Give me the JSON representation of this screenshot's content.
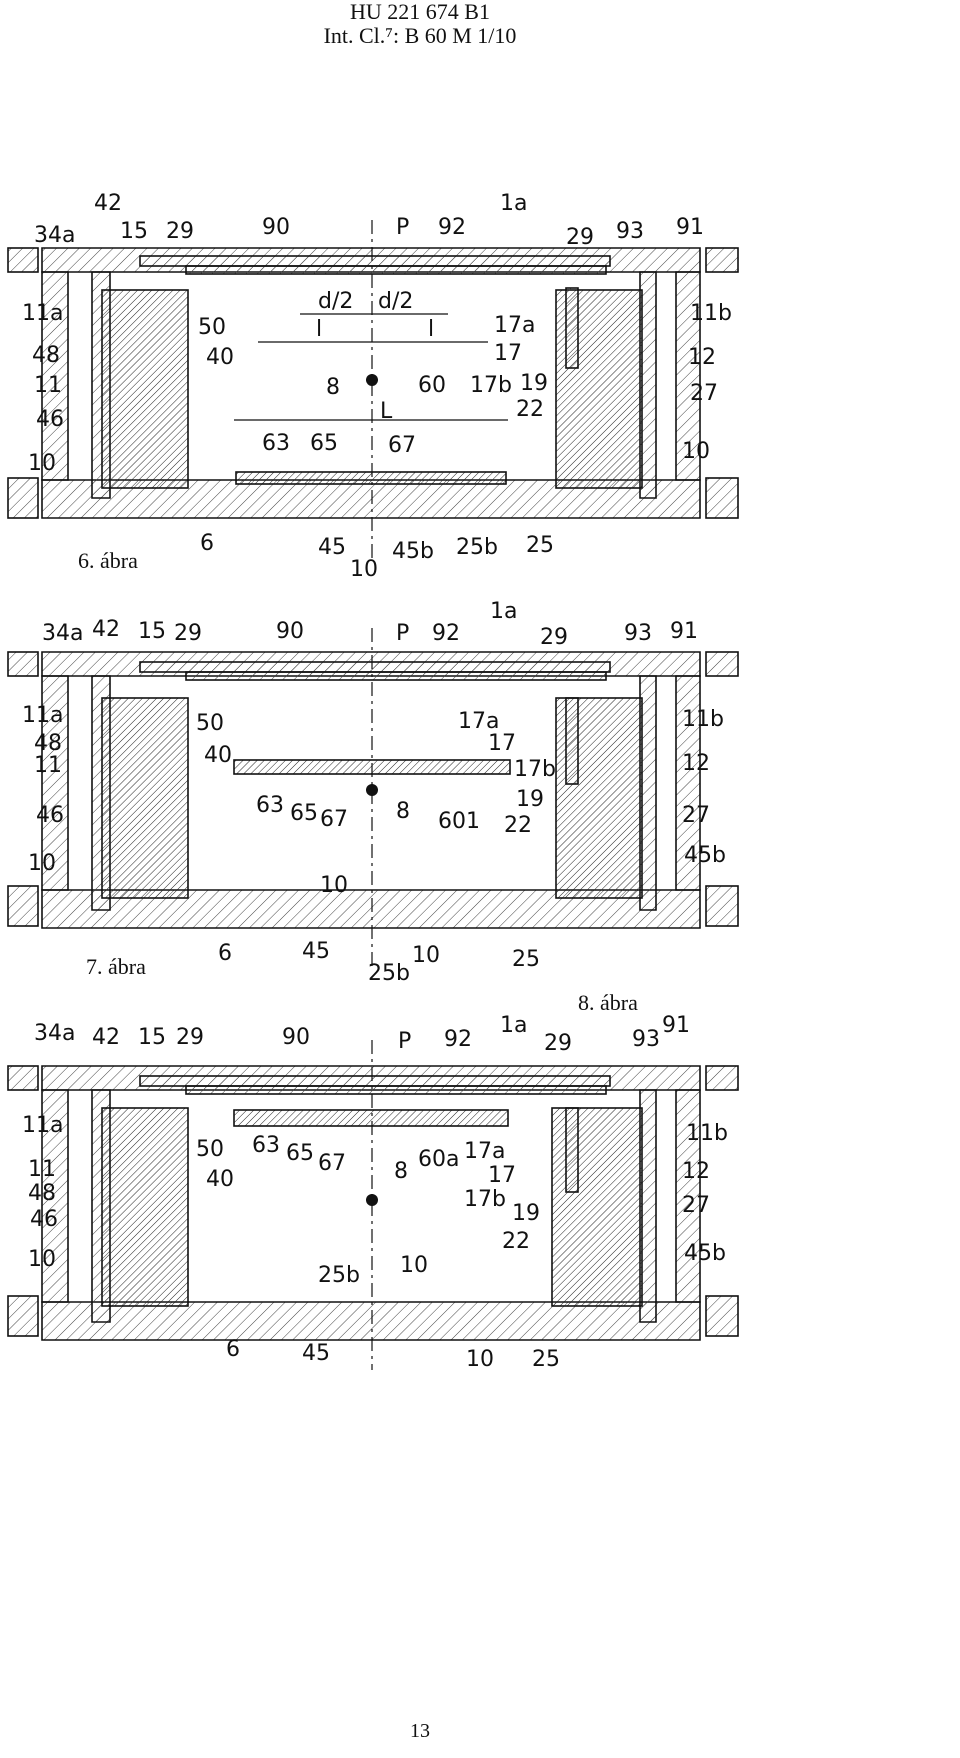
{
  "header": {
    "line1": "HU 221 674 B1",
    "line2": "Int. Cl.⁷: B 60 M  1/10"
  },
  "page_number": "13",
  "figures": [
    {
      "caption": "6. ábra",
      "labels": [
        "42",
        "1a",
        "34a",
        "15",
        "29",
        "90",
        "P",
        "92",
        "29",
        "93",
        "91",
        "11a",
        "d/2",
        "d/2",
        "50",
        "l",
        "l",
        "17a",
        "11b",
        "48",
        "40",
        "17",
        "12",
        "11",
        "8",
        "60",
        "17b",
        "19",
        "27",
        "L",
        "46",
        "22",
        "63",
        "65",
        "67",
        "10",
        "10",
        "6",
        "45",
        "45b",
        "10",
        "25b",
        "25"
      ]
    },
    {
      "caption": "7. ábra",
      "labels": [
        "1a",
        "34a",
        "42",
        "15",
        "29",
        "90",
        "P",
        "92",
        "29",
        "93",
        "91",
        "11a",
        "50",
        "17a",
        "11b",
        "48",
        "40",
        "17",
        "11",
        "17b",
        "12",
        "63",
        "65",
        "67",
        "8",
        "601",
        "19",
        "46",
        "22",
        "27",
        "10",
        "45b",
        "10",
        "6",
        "45",
        "25b",
        "10",
        "25"
      ]
    },
    {
      "caption": "8. ábra",
      "labels": [
        "1a",
        "91",
        "34a",
        "42",
        "15",
        "29",
        "90",
        "P",
        "92",
        "29",
        "93",
        "11a",
        "50",
        "63",
        "65",
        "67",
        "60a",
        "17a",
        "11b",
        "40",
        "17",
        "11",
        "8",
        "12",
        "48",
        "17b",
        "19",
        "27",
        "46",
        "22",
        "10",
        "45b",
        "25b",
        "10",
        "6",
        "45",
        "10",
        "25"
      ]
    }
  ]
}
